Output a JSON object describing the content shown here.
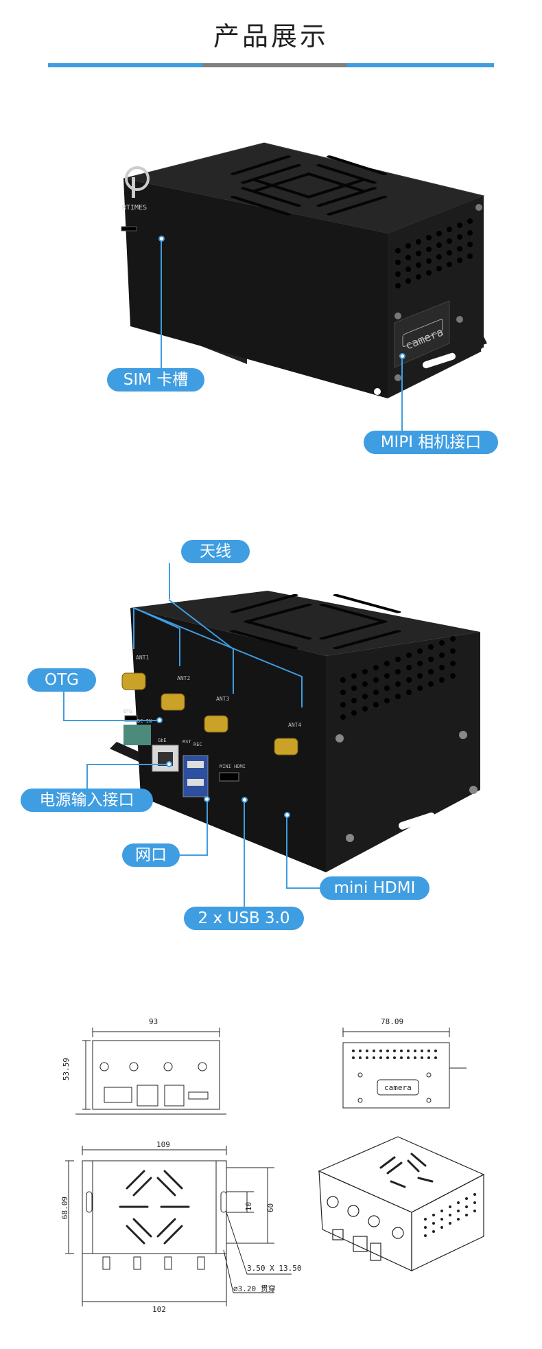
{
  "header": {
    "title": "产品展示"
  },
  "callouts": {
    "sim": "SIM 卡槽",
    "mipi": "MIPI 相机接口",
    "antenna": "天线",
    "otg": "OTG",
    "power": "电源输入接口",
    "lan": "网口",
    "usb": "2 x USB 3.0",
    "hdmi": "mini HDMI"
  },
  "device": {
    "logo_text": "RTIMES",
    "camera_label": "camera",
    "ant_labels": [
      "ANT1",
      "ANT2",
      "ANT3",
      "ANT4"
    ],
    "panel_otg": "OTG",
    "panel_dc": "DC IN",
    "panel_eth": "GbE",
    "panel_rst": "RST",
    "panel_rec": "REC",
    "panel_hdmi": "MINI HDMI"
  },
  "drawings": {
    "front_width": "93",
    "front_height": "53.59",
    "side_width": "78.09",
    "side_camera": "camera",
    "bottom_width": "109",
    "bottom_height": "68.09",
    "slot_h": "10",
    "slot_span": "60",
    "slot_note": "3.50 X 13.50",
    "hole_note": "⌀3.20 贯穿",
    "bottom_base": "102"
  }
}
